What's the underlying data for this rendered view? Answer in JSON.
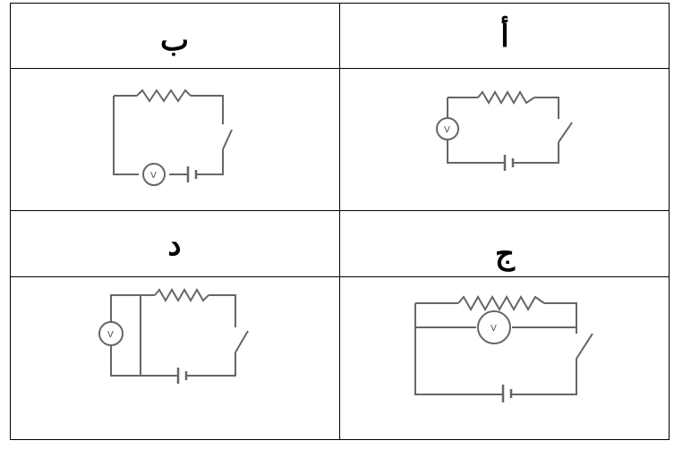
{
  "table": {
    "labels": {
      "a": "أ",
      "b": "ب",
      "c": "ج",
      "d": "د"
    },
    "meter_symbol": "V"
  }
}
